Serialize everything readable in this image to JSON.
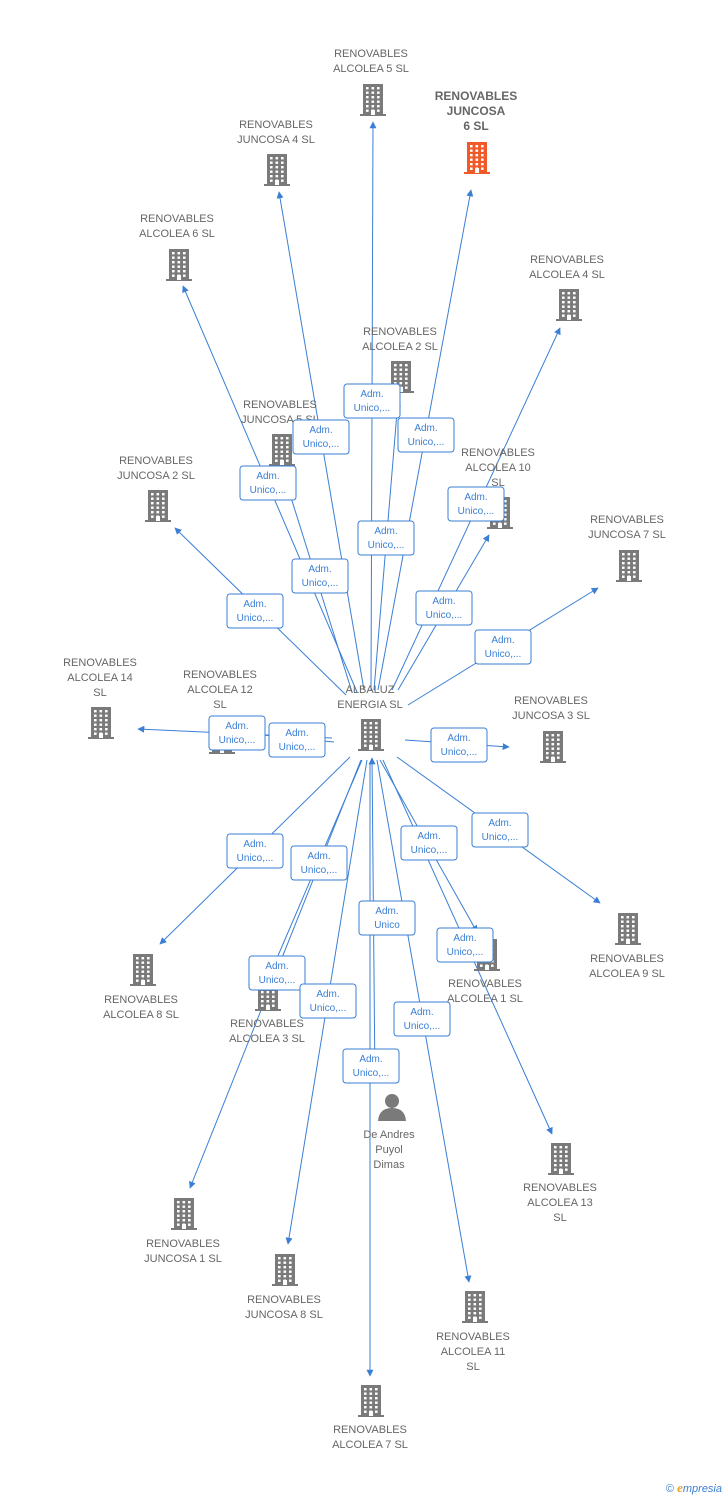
{
  "diagram": {
    "colors": {
      "edge": "#3a7fd5",
      "node": "#7a7a7a",
      "highlight": "#f05a28"
    },
    "center": {
      "id": "albaluz",
      "lines": [
        "ALBALUZ",
        "ENERGIA  SL"
      ],
      "icon": "building-icon"
    },
    "nodes": [
      {
        "id": "alcolea5",
        "lines": [
          "RENOVABLES",
          "ALCOLEA 5  SL"
        ],
        "icon": "building-icon"
      },
      {
        "id": "juncosa6",
        "lines": [
          "RENOVABLES",
          "JUNCOSA",
          "6  SL"
        ],
        "icon": "building-icon",
        "highlight": true
      },
      {
        "id": "juncosa4",
        "lines": [
          "RENOVABLES",
          "JUNCOSA 4  SL"
        ],
        "icon": "building-icon"
      },
      {
        "id": "alcolea6",
        "lines": [
          "RENOVABLES",
          "ALCOLEA 6  SL"
        ],
        "icon": "building-icon"
      },
      {
        "id": "alcolea4",
        "lines": [
          "RENOVABLES",
          "ALCOLEA 4  SL"
        ],
        "icon": "building-icon"
      },
      {
        "id": "alcolea2",
        "lines": [
          "RENOVABLES",
          "ALCOLEA 2  SL"
        ],
        "icon": "building-icon"
      },
      {
        "id": "juncosa5",
        "lines": [
          "RENOVABLES",
          "JUNCOSA 5  SL"
        ],
        "icon": "building-icon"
      },
      {
        "id": "alcolea10",
        "lines": [
          "RENOVABLES",
          "ALCOLEA 10",
          "SL"
        ],
        "icon": "building-icon"
      },
      {
        "id": "juncosa2",
        "lines": [
          "RENOVABLES",
          "JUNCOSA 2  SL"
        ],
        "icon": "building-icon"
      },
      {
        "id": "juncosa7",
        "lines": [
          "RENOVABLES",
          "JUNCOSA 7  SL"
        ],
        "icon": "building-icon"
      },
      {
        "id": "alcolea14",
        "lines": [
          "RENOVABLES",
          "ALCOLEA 14",
          "SL"
        ],
        "icon": "building-icon"
      },
      {
        "id": "alcolea12",
        "lines": [
          "RENOVABLES",
          "ALCOLEA 12",
          "SL"
        ],
        "icon": "building-icon"
      },
      {
        "id": "juncosa3",
        "lines": [
          "RENOVABLES",
          "JUNCOSA 3  SL"
        ],
        "icon": "building-icon"
      },
      {
        "id": "alcolea9",
        "lines": [
          "RENOVABLES",
          "ALCOLEA 9  SL"
        ],
        "icon": "building-icon"
      },
      {
        "id": "alcolea8",
        "lines": [
          "RENOVABLES",
          "ALCOLEA 8  SL"
        ],
        "icon": "building-icon"
      },
      {
        "id": "alcolea3",
        "lines": [
          "RENOVABLES",
          "ALCOLEA 3  SL"
        ],
        "icon": "building-icon"
      },
      {
        "id": "alcolea1",
        "lines": [
          "RENOVABLES",
          "ALCOLEA 1  SL"
        ],
        "icon": "building-icon"
      },
      {
        "id": "person",
        "lines": [
          "De Andres",
          "Puyol",
          "Dimas"
        ],
        "icon": "person-icon"
      },
      {
        "id": "alcolea13",
        "lines": [
          "RENOVABLES",
          "ALCOLEA 13",
          "SL"
        ],
        "icon": "building-icon"
      },
      {
        "id": "juncosa1",
        "lines": [
          "RENOVABLES",
          "JUNCOSA 1  SL"
        ],
        "icon": "building-icon"
      },
      {
        "id": "juncosa8",
        "lines": [
          "RENOVABLES",
          "JUNCOSA 8  SL"
        ],
        "icon": "building-icon"
      },
      {
        "id": "alcolea11",
        "lines": [
          "RENOVABLES",
          "ALCOLEA 11",
          "SL"
        ],
        "icon": "building-icon"
      },
      {
        "id": "alcolea7",
        "lines": [
          "RENOVABLES",
          "ALCOLEA 7  SL"
        ],
        "icon": "building-icon"
      }
    ],
    "edges": [
      {
        "from": "albaluz",
        "to": "alcolea5",
        "label": [
          "Adm.",
          "Unico,..."
        ]
      },
      {
        "from": "albaluz",
        "to": "juncosa6",
        "label": [
          "Adm.",
          "Unico,..."
        ]
      },
      {
        "from": "albaluz",
        "to": "juncosa4",
        "label": [
          "Adm.",
          "Unico,..."
        ]
      },
      {
        "from": "albaluz",
        "to": "alcolea6",
        "label": [
          "Adm.",
          "Unico,..."
        ]
      },
      {
        "from": "albaluz",
        "to": "alcolea4",
        "label": [
          "Adm.",
          "Unico,..."
        ]
      },
      {
        "from": "albaluz",
        "to": "alcolea2",
        "label": [
          "Adm.",
          "Unico,..."
        ]
      },
      {
        "from": "albaluz",
        "to": "juncosa5",
        "label": [
          "Adm.",
          "Unico,..."
        ]
      },
      {
        "from": "albaluz",
        "to": "alcolea10",
        "label": [
          "Adm.",
          "Unico,..."
        ]
      },
      {
        "from": "albaluz",
        "to": "juncosa2",
        "label": [
          "Adm.",
          "Unico,..."
        ]
      },
      {
        "from": "albaluz",
        "to": "juncosa7",
        "label": [
          "Adm.",
          "Unico,..."
        ]
      },
      {
        "from": "albaluz",
        "to": "alcolea14",
        "label": [
          "Adm.",
          "Unico,..."
        ]
      },
      {
        "from": "albaluz",
        "to": "alcolea12",
        "label": [
          "Adm.",
          "Unico,..."
        ]
      },
      {
        "from": "albaluz",
        "to": "juncosa3",
        "label": [
          "Adm.",
          "Unico,..."
        ]
      },
      {
        "from": "albaluz",
        "to": "alcolea9",
        "label": [
          "Adm.",
          "Unico,..."
        ]
      },
      {
        "from": "albaluz",
        "to": "alcolea8",
        "label": [
          "Adm.",
          "Unico,..."
        ]
      },
      {
        "from": "albaluz",
        "to": "alcolea3",
        "label": [
          "Adm.",
          "Unico,..."
        ]
      },
      {
        "from": "albaluz",
        "to": "alcolea1",
        "label": [
          "Adm.",
          "Unico,..."
        ]
      },
      {
        "from": "person",
        "to": "albaluz",
        "label": [
          "Adm.",
          "Unico"
        ]
      },
      {
        "from": "albaluz",
        "to": "alcolea13",
        "label": [
          "Adm.",
          "Unico,..."
        ]
      },
      {
        "from": "albaluz",
        "to": "juncosa1",
        "label": [
          "Adm.",
          "Unico,..."
        ]
      },
      {
        "from": "albaluz",
        "to": "juncosa8",
        "label": [
          "Adm.",
          "Unico,..."
        ]
      },
      {
        "from": "albaluz",
        "to": "alcolea11",
        "label": [
          "Adm.",
          "Unico,..."
        ]
      },
      {
        "from": "albaluz",
        "to": "alcolea7",
        "label": [
          "Adm.",
          "Unico,..."
        ]
      }
    ]
  },
  "brand": {
    "copyright": "©",
    "logo_letter": "e",
    "logo_rest": "mpresia"
  }
}
